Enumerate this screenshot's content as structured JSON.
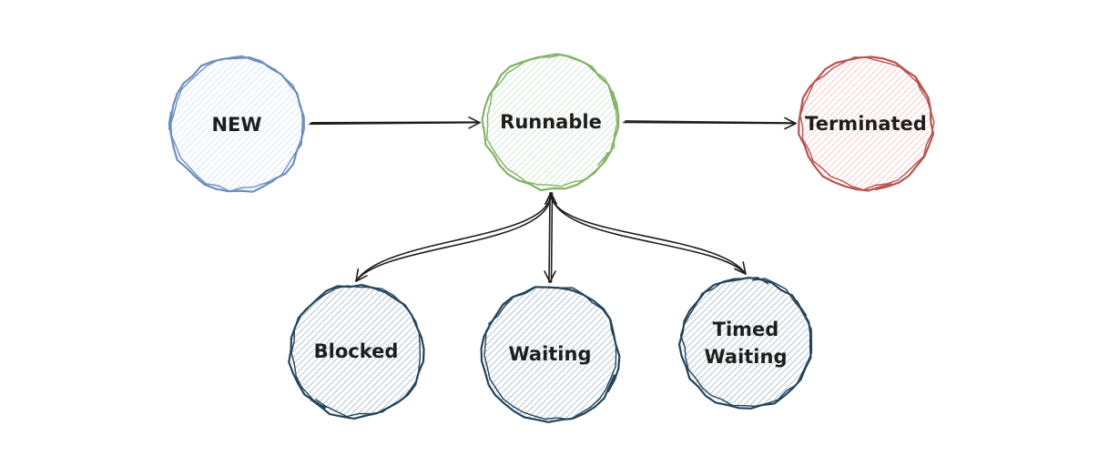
{
  "diagram": {
    "type": "state-diagram",
    "nodes": [
      {
        "id": "new",
        "label_lines": [
          "NEW"
        ],
        "stroke": "#6c8ebf",
        "fill": "#dae8fc"
      },
      {
        "id": "runnable",
        "label_lines": [
          "Runnable"
        ],
        "stroke": "#82b366",
        "fill": "#d5e8d4"
      },
      {
        "id": "terminated",
        "label_lines": [
          "Terminated"
        ],
        "stroke": "#b85450",
        "fill": "#f8cecc"
      },
      {
        "id": "blocked",
        "label_lines": [
          "Blocked"
        ],
        "stroke": "#23445d",
        "fill": "#bac8d3"
      },
      {
        "id": "waiting",
        "label_lines": [
          "Waiting"
        ],
        "stroke": "#23445d",
        "fill": "#bac8d3"
      },
      {
        "id": "timed-waiting",
        "label_lines": [
          "Timed",
          "Waiting"
        ],
        "stroke": "#23445d",
        "fill": "#bac8d3"
      }
    ],
    "edges": [
      {
        "from": "new",
        "to": "runnable",
        "bidirectional": false
      },
      {
        "from": "runnable",
        "to": "terminated",
        "bidirectional": false
      },
      {
        "from": "runnable",
        "to": "blocked",
        "bidirectional": true
      },
      {
        "from": "runnable",
        "to": "waiting",
        "bidirectional": true
      },
      {
        "from": "runnable",
        "to": "timed-waiting",
        "bidirectional": true
      }
    ]
  }
}
